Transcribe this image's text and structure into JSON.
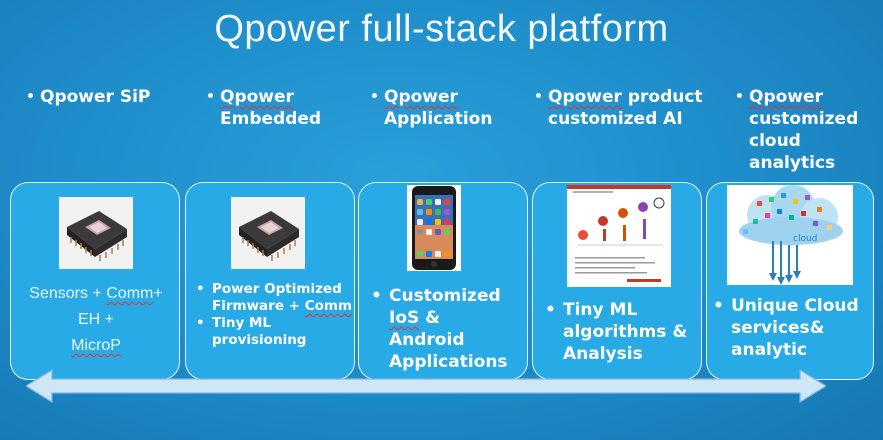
{
  "title": "Qpower full-stack platform",
  "columns": [
    {
      "heading_brand": "Qpower",
      "heading_rest": " SiP",
      "heading_line2": "",
      "heading_line3": "",
      "heading_line4": ""
    },
    {
      "heading_brand": "Qpower",
      "heading_rest": "",
      "heading_line2": "Embedded",
      "heading_line3": "",
      "heading_line4": ""
    },
    {
      "heading_brand": "Qpower",
      "heading_rest": "",
      "heading_line2": "Application",
      "heading_line3": "",
      "heading_line4": ""
    },
    {
      "heading_brand": "Qpower",
      "heading_rest": " product",
      "heading_line2": "customized AI",
      "heading_line3": "",
      "heading_line4": ""
    },
    {
      "heading_brand": "Qpower",
      "heading_rest": "",
      "heading_line2": "customized",
      "heading_line3": "cloud",
      "heading_line4": "analytics"
    }
  ],
  "cards": [
    {
      "lines": [
        "Sensors + ",
        "Comm",
        "+",
        "EH +",
        "MicroP"
      ]
    },
    {
      "bullets": [
        [
          "Power Optimized",
          "Firmware + ",
          "Comm"
        ],
        [
          "Tiny ML",
          "provisioning"
        ]
      ]
    },
    {
      "bullets": [
        [
          "Customized",
          "IoS",
          " &",
          "Android",
          "Applications"
        ]
      ]
    },
    {
      "bullets": [
        [
          "Tiny ML",
          "algorithms &",
          "Analysis"
        ]
      ]
    },
    {
      "bullets": [
        [
          "Unique Cloud",
          "services& ",
          "analytic"
        ]
      ]
    }
  ],
  "cloud_label": "cloud",
  "bullet_char": "•",
  "colors": {
    "background": "#1f8fcc",
    "card": "#27aae6",
    "arrow": "#cfe6f6",
    "underline": "#e23232"
  }
}
